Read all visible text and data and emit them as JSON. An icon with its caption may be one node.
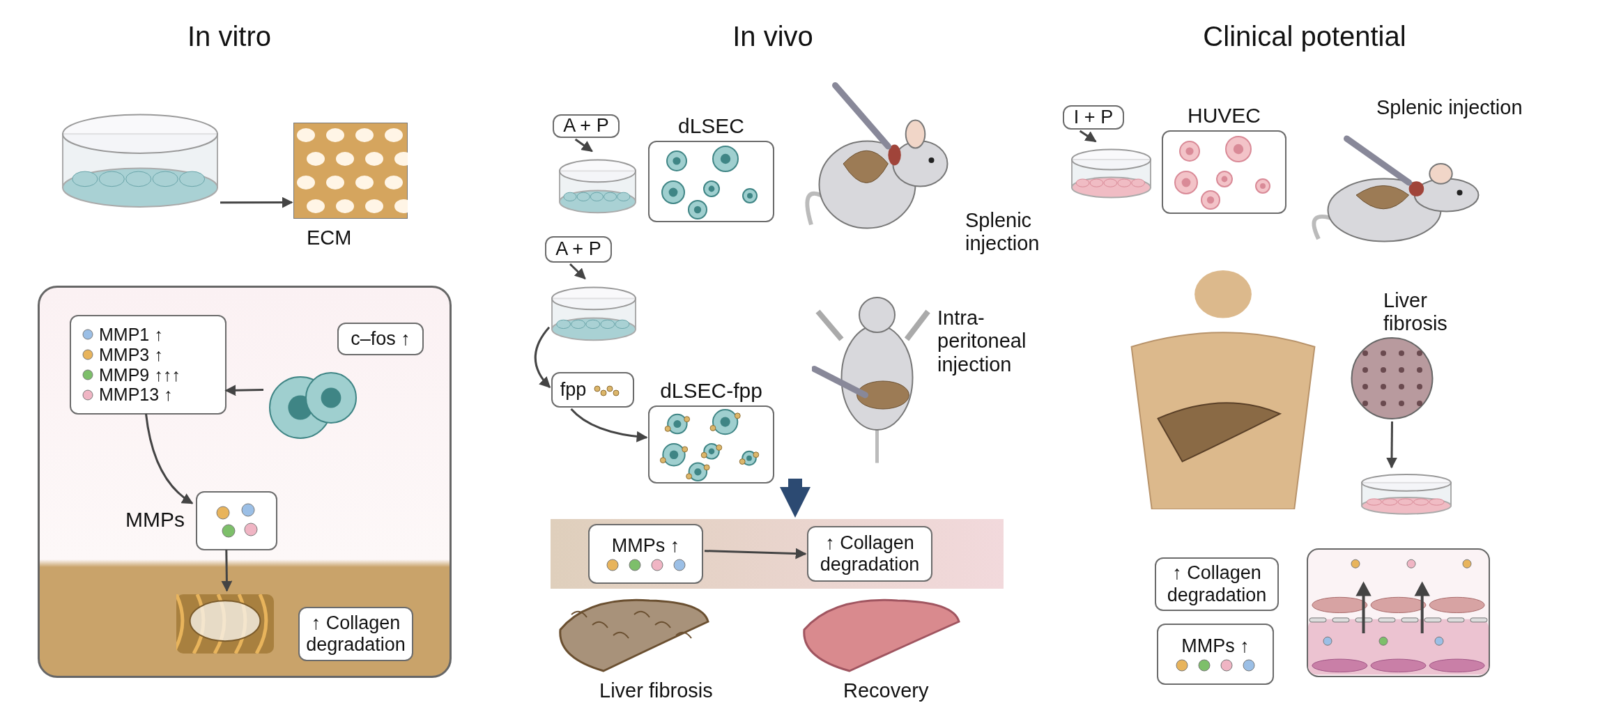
{
  "diagram": {
    "nodes": [
      {
        "text": [],
        "shape": "picture"
      },
      {
        "text": [],
        "shape": "picture",
        "beside": [
          "ECM"
        ]
      },
      {
        "text": [],
        "shape": "box"
      },
      {
        "text": [
          "MMP1 ↑",
          "MMP3 ↑",
          "MMP9 ↑↑↑",
          "MMP13 ↑"
        ],
        "in": 2
      },
      {
        "text": [
          "c–fos ↑"
        ],
        "in": 2
      },
      {
        "text": [],
        "shape": "picture",
        "in": 2
      },
      {
        "text": [
          "MMPs"
        ],
        "in": 2
      },
      {
        "text": [
          "↑ Collagen degradation"
        ],
        "in": 2
      },
      {
        "text": [],
        "shape": "picture",
        "in": 2
      },
      {
        "text": [
          "A + P"
        ]
      },
      {
        "text": [],
        "shape": "picture"
      },
      {
        "text": [
          "dLSEC"
        ]
      },
      {
        "text": [],
        "shape": "picture",
        "beside": [
          "Splenic injection"
        ]
      },
      {
        "text": [
          "A + P"
        ]
      },
      {
        "text": [],
        "shape": "picture"
      },
      {
        "text": [
          "fpp"
        ]
      },
      {
        "text": [
          "dLSEC-fpp"
        ]
      },
      {
        "text": [],
        "shape": "picture",
        "beside": [
          "Intra-peritoneal injection"
        ]
      },
      {
        "text": [],
        "shape": "box"
      },
      {
        "text": [
          "MMPs ↑"
        ],
        "in": 18
      },
      {
        "text": [
          "↑ Collagen degradation"
        ],
        "in": 18
      },
      {
        "text": [],
        "shape": "picture",
        "beside": [
          "Liver fibrosis"
        ]
      },
      {
        "text": [],
        "shape": "picture",
        "beside": [
          "Recovery"
        ]
      },
      {
        "text": [
          "I + P"
        ]
      },
      {
        "text": [],
        "shape": "picture"
      },
      {
        "text": [
          "HUVEC"
        ]
      },
      {
        "text": [],
        "shape": "picture",
        "beside": [
          "Splenic injection"
        ]
      },
      {
        "text": [],
        "shape": "picture"
      },
      {
        "text": [],
        "shape": "picture",
        "beside": [
          "Liver fibrosis"
        ]
      },
      {
        "text": [],
        "shape": "picture"
      },
      {
        "text": [
          "↑ Collagen degradation"
        ]
      },
      {
        "text": [
          "MMPs ↑"
        ]
      },
      {
        "text": [],
        "shape": "picture"
      }
    ],
    "edges": [
      {
        "from": 0,
        "to": 1,
        "arrow": "to"
      },
      {
        "from": 5,
        "to": 3,
        "arrow": "to"
      },
      {
        "from": 3,
        "to": 6,
        "arrow": "to"
      },
      {
        "from": 6,
        "to": 8,
        "arrow": "to"
      },
      {
        "from": 9,
        "to": 10,
        "arrow": "to"
      },
      {
        "from": 13,
        "to": 14,
        "arrow": "to"
      },
      {
        "from": 14,
        "to": 15,
        "arrow": "to"
      },
      {
        "from": 15,
        "to": 16,
        "arrow": "to"
      },
      {
        "from": null,
        "to": 18,
        "arrow": "to",
        "style": "thick",
        "color": "#2c4a72"
      },
      {
        "from": 19,
        "to": 20,
        "arrow": "to"
      },
      {
        "from": 23,
        "to": 24,
        "arrow": "to"
      },
      {
        "from": 28,
        "to": 29,
        "arrow": "to"
      }
    ],
    "labels": [
      "In vitro",
      "In vivo",
      "Clinical potential"
    ]
  }
}
